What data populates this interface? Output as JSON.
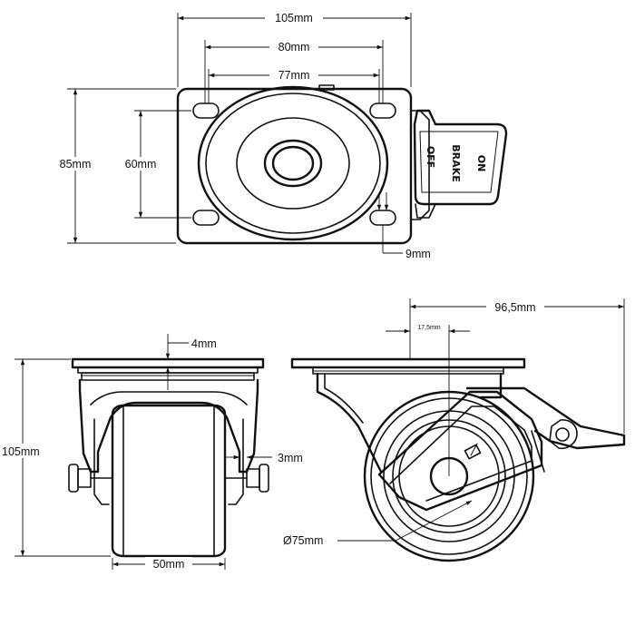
{
  "dimensions": {
    "plate_width": "105mm",
    "hole_spacing_outer": "80mm",
    "hole_spacing_inner": "77mm",
    "plate_depth": "85mm",
    "hole_spacing_vertical": "60mm",
    "hole_diameter": "9mm",
    "plate_thickness": "4mm",
    "overall_height": "105mm",
    "side_clearance": "3mm",
    "wheel_width": "50mm",
    "swivel_radius": "96,5mm",
    "offset": "17,5mm",
    "wheel_diameter": "Ø75mm"
  },
  "brake_labels": {
    "off": "OFF",
    "brake": "BRAKE",
    "on": "ON"
  }
}
